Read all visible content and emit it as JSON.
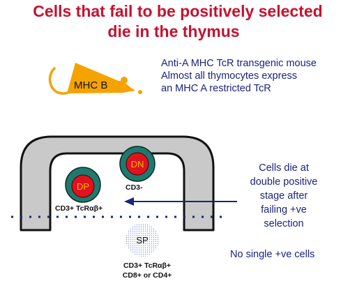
{
  "title": {
    "line1": "Cells that fail to be positively selected",
    "line2": "die in the thymus"
  },
  "mouse": {
    "label": "MHC B",
    "color": "#f5a300"
  },
  "description": [
    "Anti-A MHC TcR transgenic mouse",
    "Almost all thymocytes express",
    "an MHC A restricted TcR"
  ],
  "cells": {
    "dn": {
      "label": "DN",
      "caption": "CD3-"
    },
    "dp": {
      "label": "DP",
      "caption": "CD3+ TcRαβ+"
    },
    "sp": {
      "label": "SP",
      "caption_line1": "CD3+ TcRαβ+",
      "caption_line2": "CD8+ or CD4+"
    }
  },
  "side_note": [
    "Cells die at",
    "double positive",
    "stage after",
    "failing +ve",
    "selection"
  ],
  "no_single": "No single +ve cells",
  "colors": {
    "title": "#c8102e",
    "text": "#1a237e",
    "cell_outer": "#1e7a6e",
    "cell_inner": "#e0121f",
    "cell_label": "#f6b700",
    "thymus_fill": "#c9c9c9",
    "dots": "#1a237e"
  }
}
